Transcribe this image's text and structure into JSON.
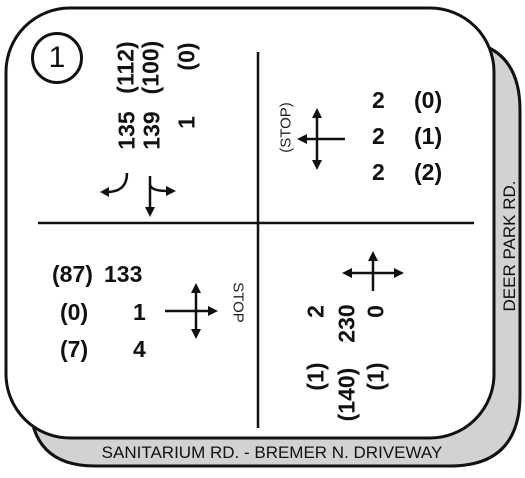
{
  "intersection": {
    "number": "1",
    "east_street": "DEER PARK RD.",
    "south_street": "SANITARIUM RD. - BREMER N. DRIVEWAY"
  },
  "north_approach": {
    "movements": [
      {
        "am": "135",
        "pm": "(112)"
      },
      {
        "am": "139",
        "pm": "(100)"
      },
      {
        "am": "1",
        "pm": "(0)"
      }
    ]
  },
  "east_approach": {
    "control": "(STOP)",
    "movements": [
      {
        "am": "2",
        "pm": "(0)"
      },
      {
        "am": "2",
        "pm": "(1)"
      },
      {
        "am": "2",
        "pm": "(2)"
      }
    ]
  },
  "west_approach": {
    "control": "STOP",
    "movements": [
      {
        "am": "133",
        "pm": "(87)"
      },
      {
        "am": "1",
        "pm": "(0)"
      },
      {
        "am": "4",
        "pm": "(7)"
      }
    ]
  },
  "south_approach": {
    "movements": [
      {
        "am": "2",
        "pm": "(1)"
      },
      {
        "am": "230",
        "pm": "(140)"
      },
      {
        "am": "0",
        "pm": "(1)"
      }
    ]
  },
  "colors": {
    "panel": "#ffffff",
    "back_panel": "#d2d2d2",
    "stroke": "#111111"
  }
}
